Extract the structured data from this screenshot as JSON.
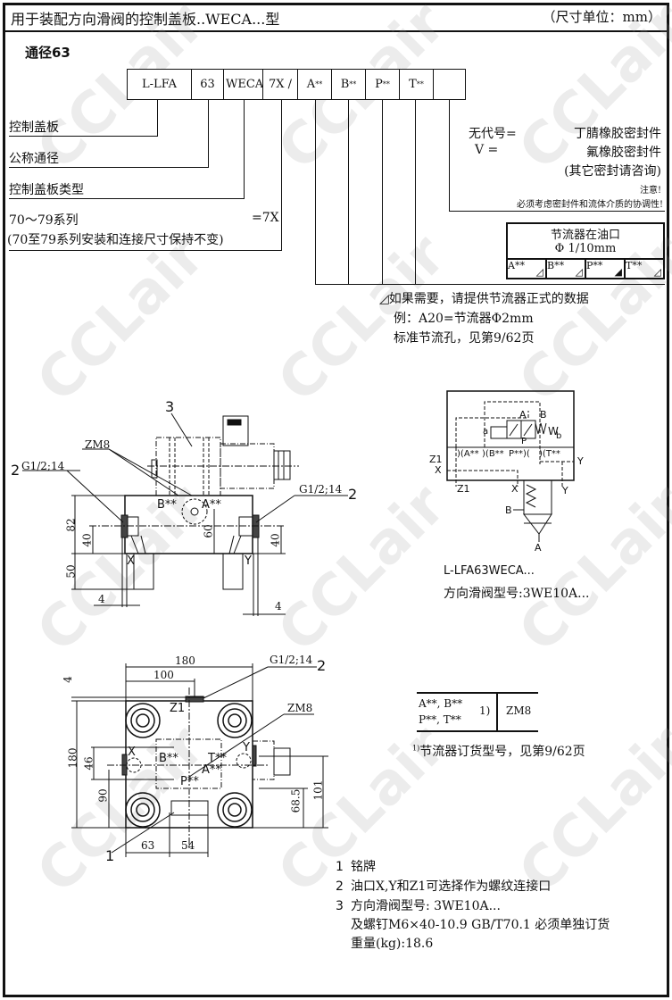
{
  "header": {
    "title": "用于装配方向滑阀的控制盖板..WECA...型",
    "units": "（尺寸单位：mm）"
  },
  "size_label": "通径63",
  "code_boxes": [
    "L-LFA",
    "63",
    "WECA",
    "7X",
    "A",
    "B",
    "P",
    "T",
    ""
  ],
  "code_sup": "**",
  "code_separators": {
    "dash": "–",
    "slash": "/"
  },
  "left_labels": {
    "cover": "控制盖板",
    "nominal_size": "公称通径",
    "cover_type": "控制盖板类型",
    "series": "70～79系列",
    "series_code": "=7X",
    "series_note": "(70至79系列安装和连接尺寸保持不变)"
  },
  "seals": {
    "none_code": "无代号=",
    "none_desc": "丁腈橡胶密封件",
    "v_code": "V =",
    "v_desc": "氟橡胶密封件",
    "other": "(其它密封请咨询)",
    "attention": "注意!",
    "warning": "必须考虑密封件和流体介质的协调性!"
  },
  "throttle_box": {
    "title": "节流器在油口",
    "unit": "Φ  1/10mm",
    "cells": [
      "A**",
      "B**",
      "P**",
      "T**"
    ]
  },
  "throttle_note": [
    "如果需要，请提供节流器正式的数据",
    "例：A20=节流器Φ2mm",
    "标准节流孔，见第9/62页"
  ],
  "side_view": {
    "item3": "3",
    "item2_left": "2",
    "item2_right": "2",
    "zm8": "ZM8",
    "port_left": "G1/2;14",
    "port_right": "G1/2;14",
    "b": "B**",
    "a": "A**",
    "x": "X",
    "y": "Y",
    "dims": {
      "d82": "82",
      "d40l": "40",
      "d50": "50",
      "d60": "60",
      "d40r": "40",
      "d4l": "4",
      "d4r": "4"
    }
  },
  "symbol": {
    "a": "A",
    "b": "B",
    "sol_a": "a",
    "sol_b": "b",
    "p": "P",
    "t": "T",
    "w": "W",
    "ports": [
      "A**",
      "B**",
      "P**",
      "T**"
    ],
    "z1": "Z1",
    "x": "X",
    "y": "Y",
    "z1b": "Z1",
    "xb": "X",
    "yb": "Y",
    "out_b": "B",
    "out_a": "A",
    "caption": "L-LFA63WECA...",
    "valve_type": "方向滑阀型号:3WE10A..."
  },
  "top_view": {
    "port": "G1/2;14",
    "item2": "2",
    "zm8": "ZM8",
    "item1": "1",
    "z1": "Z1",
    "x": "X",
    "y": "Y",
    "b": "B**",
    "t": "T**",
    "a": "A**",
    "p": "P**",
    "dims": {
      "w180": "180",
      "w100": "100",
      "d4": "4",
      "h180": "180",
      "d46": "46",
      "d90": "90",
      "d63": "63",
      "d54": "54",
      "d68": "68.5",
      "d101": "101"
    }
  },
  "zm8_table": {
    "ports_line1": "A**, B**",
    "ports_line2": "P**, T**",
    "ref": "1)",
    "value": "ZM8"
  },
  "footnote": {
    "mark": "1)",
    "text": "节流器订货型号，见第9/62页"
  },
  "items": [
    {
      "num": "1",
      "text": "铭牌"
    },
    {
      "num": "2",
      "text": "油口X,Y和Z1可选择作为螺纹连接口"
    },
    {
      "num": "3",
      "text": "方向滑阀型号: 3WE10A..."
    },
    {
      "num": "",
      "text": "及螺钉M6×40-10.9 GB/T70.1 必须单独订货"
    },
    {
      "num": "",
      "text": "重量(kg):18.6"
    }
  ],
  "watermark": "CCLair"
}
